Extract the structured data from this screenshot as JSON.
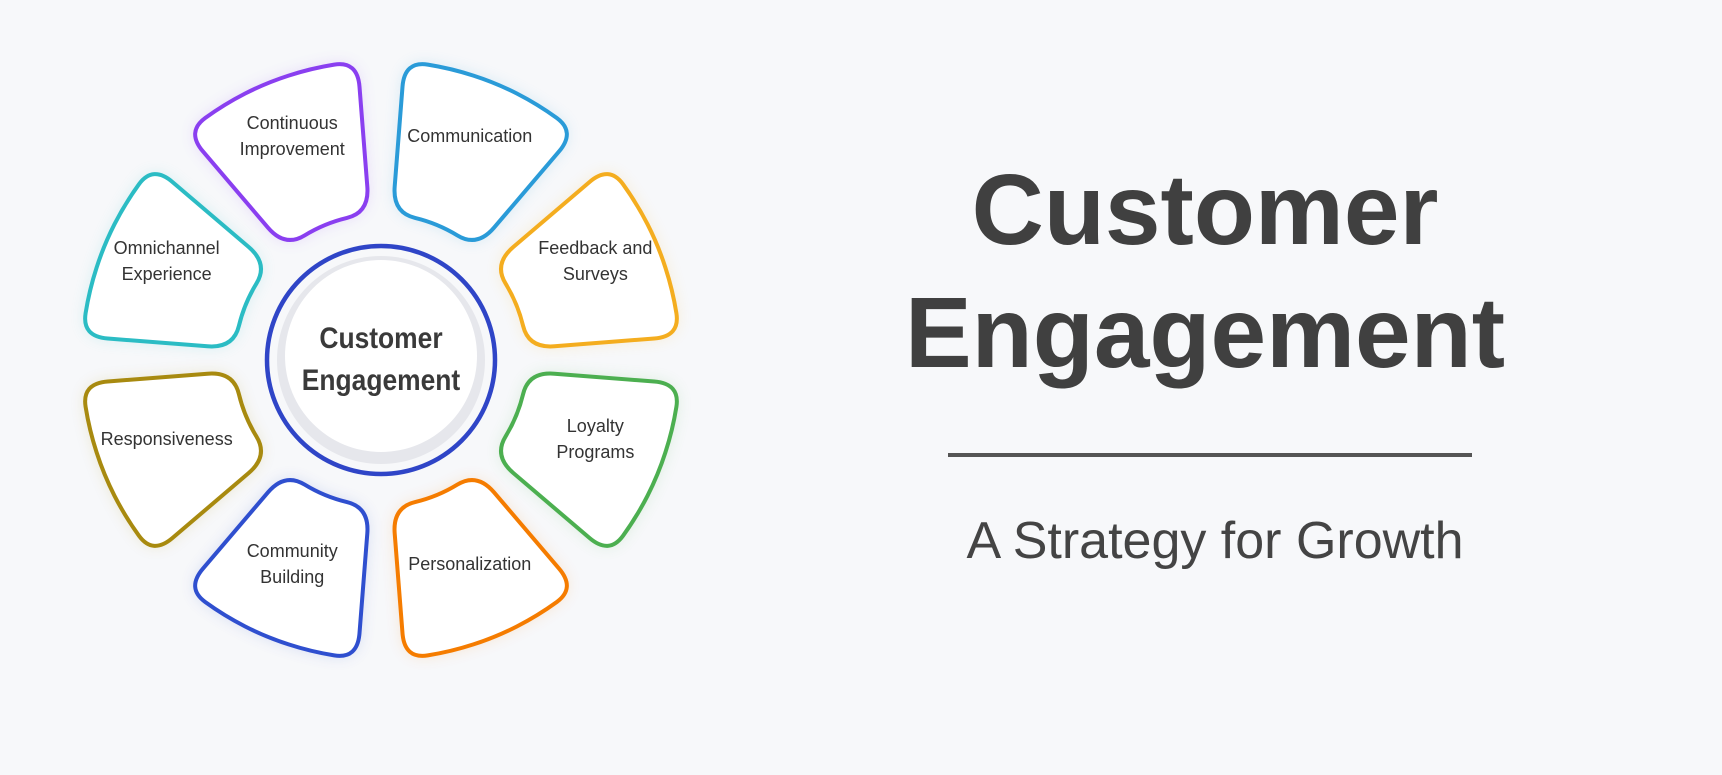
{
  "diagram": {
    "center_label": "Customer\nEngagement",
    "center_ring_color": "#2f45c7",
    "segments": [
      {
        "label": "Communication",
        "color": "#2a9bd8"
      },
      {
        "label": "Feedback and\nSurveys",
        "color": "#f4ad1f"
      },
      {
        "label": "Loyalty\nPrograms",
        "color": "#4caf50"
      },
      {
        "label": "Personalization",
        "color": "#f57c00"
      },
      {
        "label": "Community\nBuilding",
        "color": "#2f4fcf"
      },
      {
        "label": "Responsiveness",
        "color": "#a88a0f"
      },
      {
        "label": "Omnichannel\nExperience",
        "color": "#2bbcc4"
      },
      {
        "label": "Continuous\nImprovement",
        "color": "#8a3ff0"
      }
    ]
  },
  "heading": {
    "line1": "Customer",
    "line2": "Engagement",
    "subtitle": "A Strategy for Growth"
  }
}
